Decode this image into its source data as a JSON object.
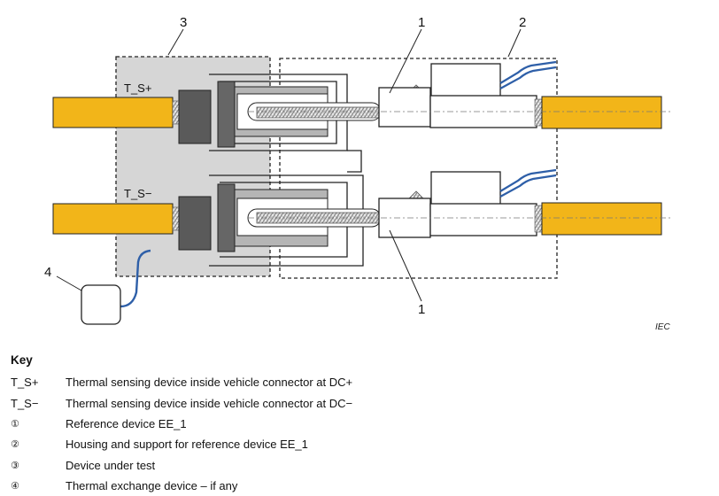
{
  "figure": {
    "callouts": [
      "1",
      "2",
      "3",
      "1",
      "4"
    ],
    "sensor_labels": [
      "T_S+",
      "T_S−"
    ],
    "credit": "IEC",
    "colors": {
      "cable": "#f2b519",
      "dut_shade": "#d6d6d6",
      "dark_part": "#555555",
      "blue_wire": "#2e5fa8"
    }
  },
  "key": {
    "title": "Key",
    "items": [
      {
        "symbol": "T_S+",
        "text": "Thermal sensing device inside vehicle connector at DC+"
      },
      {
        "symbol": "T_S−",
        "text": "Thermal sensing device inside vehicle connector at DC−"
      },
      {
        "symbol": "①",
        "text": "Reference device EE_1"
      },
      {
        "symbol": "②",
        "text": "Housing and support for reference device EE_1"
      },
      {
        "symbol": "③",
        "text": "Device under test"
      },
      {
        "symbol": "④",
        "text": "Thermal exchange device – if any"
      }
    ]
  }
}
